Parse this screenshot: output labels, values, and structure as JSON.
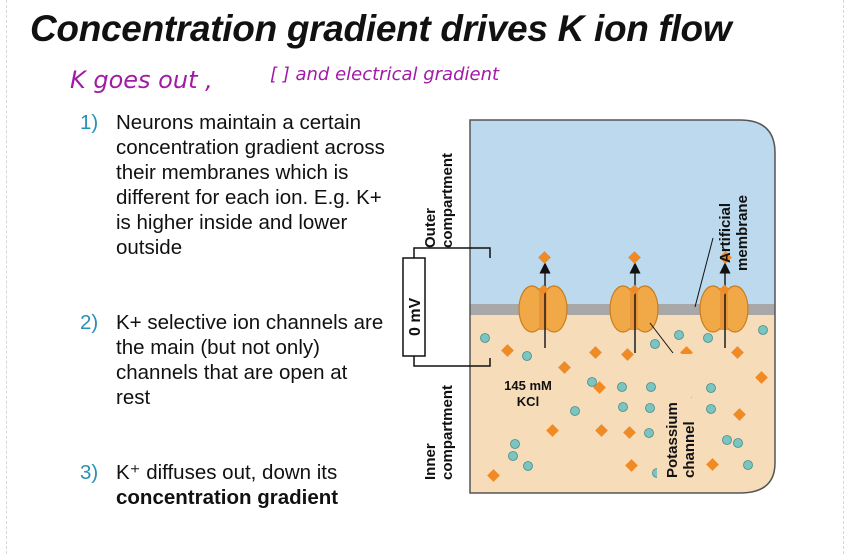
{
  "title": "Concentration gradient drives K ion flow",
  "handwritten_note": {
    "part1": "K goes out ,",
    "part2": "[ ] and electrical gradient"
  },
  "points": [
    {
      "num": "1)",
      "text": "Neurons maintain a certain concentration gradient across their membranes which is different for each ion. E.g. K+ is higher inside and lower outside"
    },
    {
      "num": "2)",
      "text": "K+ selective ion channels are the main (but not only) channels that are open at rest"
    },
    {
      "num": "3)",
      "text_plain": "K⁺ diffuses out, down its",
      "text_bold": "concentration gradient"
    }
  ],
  "diagram": {
    "outer_label": "Outer compartment",
    "inner_label": "Inner compartment",
    "voltage_label": "0 mV",
    "kcl_concentration": "145 mM",
    "kcl_label": "KCl",
    "membrane_label": "Artificial membrane",
    "channel_label": "Potassium channel",
    "colors": {
      "outer": "#bcd9ee",
      "inner": "#f7dcb9",
      "membrane": "#a8a8a8",
      "channel": "#f1a948",
      "k_ion": "#f08a24",
      "cl_ion": "#7dc4c0"
    }
  }
}
